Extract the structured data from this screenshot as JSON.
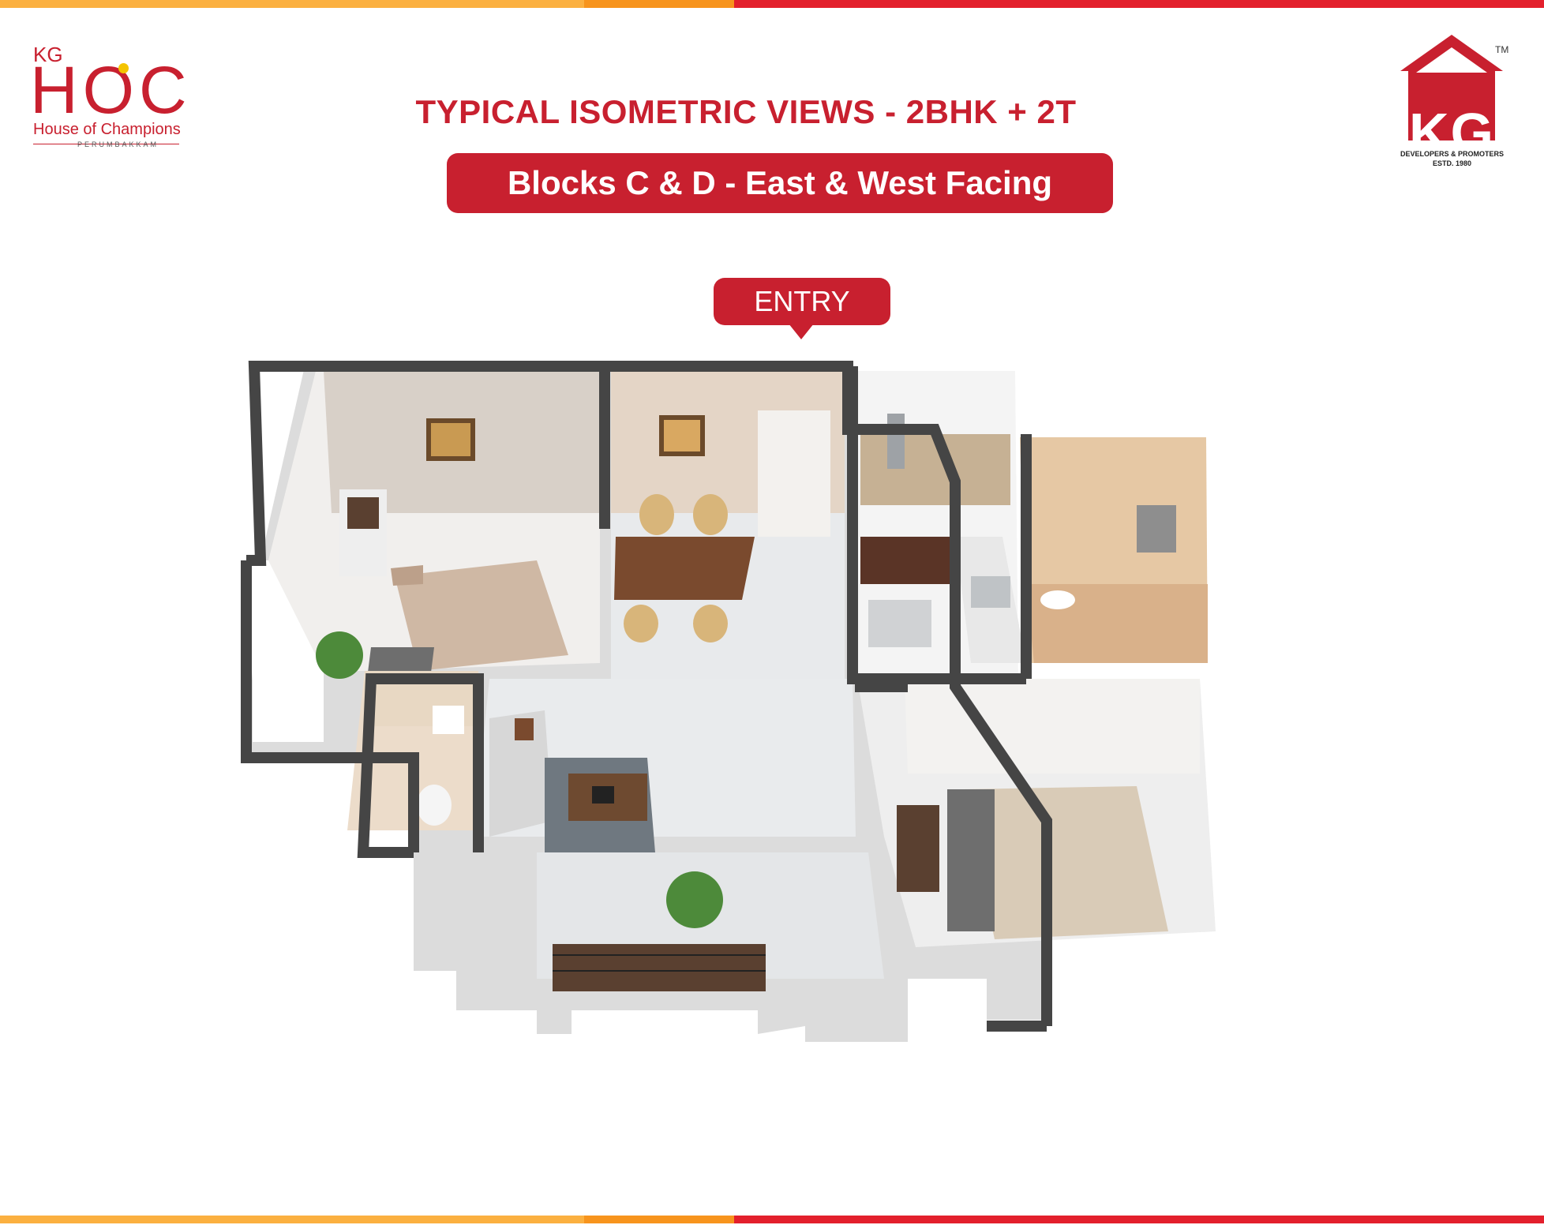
{
  "brand": {
    "hoc_prefix": "KG",
    "hoc_name": "HOC",
    "hoc_tagline": "House of Champions",
    "hoc_location": "PERUMBAKKAM",
    "kg_mark": "KG",
    "kg_tm": "TM",
    "kg_line1": "DEVELOPERS & PROMOTERS",
    "kg_line2": "ESTD. 1980"
  },
  "heading": {
    "title": "TYPICAL ISOMETRIC VIEWS - 2BHK + 2T",
    "subtitle": "Blocks C & D - East & West Facing"
  },
  "plan": {
    "entry_label": "ENTRY"
  },
  "colors": {
    "brand_red": "#c8202f",
    "stripe_orange": "#f7941d",
    "stripe_light": "#fbb040",
    "wall_dark": "#4a4a4a",
    "floor_tile": "#e9ebed"
  },
  "icons": [
    "house-roof-icon",
    "hoc-dot-icon",
    "down-arrow-icon"
  ]
}
